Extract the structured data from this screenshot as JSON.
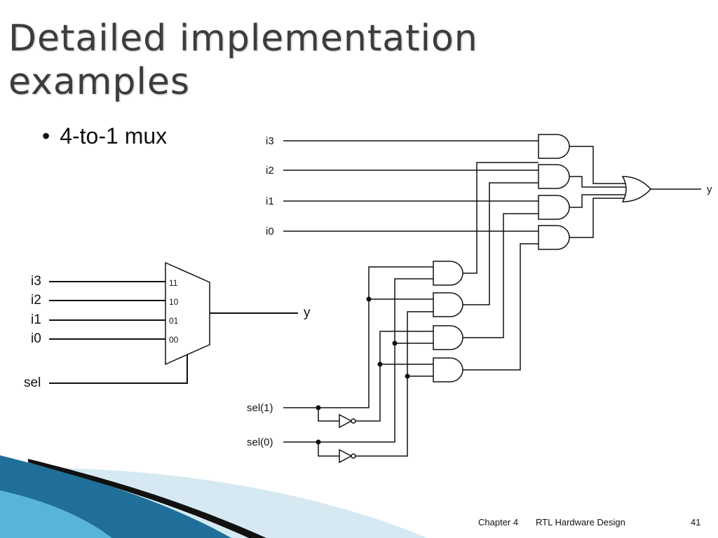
{
  "slide": {
    "title": "Detailed implementation examples",
    "bullet": "4-to-1 mux"
  },
  "mux_symbol": {
    "inputs": [
      "i3",
      "i2",
      "i1",
      "i0"
    ],
    "selector_codes": [
      "11",
      "10",
      "01",
      "00"
    ],
    "select_label": "sel",
    "output_label": "y"
  },
  "gate_circuit": {
    "data_inputs": [
      "i3",
      "i2",
      "i1",
      "i0"
    ],
    "select_inputs": [
      "sel(1)",
      "sel(0)"
    ],
    "output_label": "y"
  },
  "footer": {
    "chapter": "Chapter 4",
    "course": "RTL Hardware Design",
    "page": "41"
  },
  "colors": {
    "title": "#3c3c3c",
    "wave_dark": "#1f6f9a",
    "wave_light": "#59b4d9",
    "wave_pale": "#d6e9f3"
  }
}
